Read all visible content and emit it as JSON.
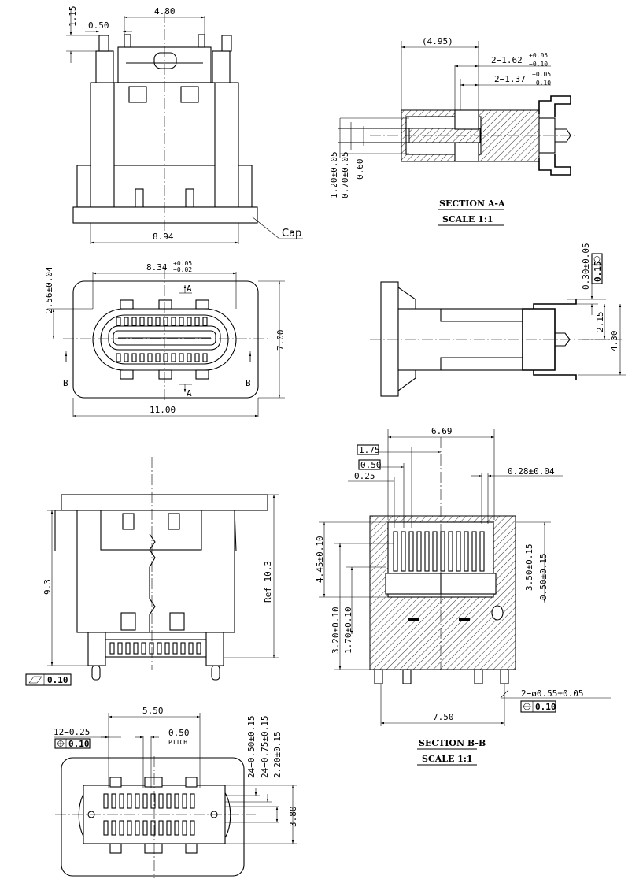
{
  "views": {
    "front": {
      "dims": {
        "top_width": "4.80",
        "pin_pitch": "0.50",
        "pin_height": "1.15",
        "bottom_width": "8.94"
      },
      "callout": "Cap"
    },
    "section_aa": {
      "dims": {
        "length": "(4.95)",
        "hole_a": "2−1.62",
        "hole_b": "2−1.37",
        "tol_plus": "+0.05",
        "tol_minus": "−0.10",
        "h1": "1.20±0.05",
        "h2": "0.70±0.05",
        "h3": "0.60"
      },
      "title": "SECTION A-A",
      "scale": "SCALE 1:1"
    },
    "top": {
      "dims": {
        "width_inner": "8.34",
        "width_tol_plus": "+0.05",
        "width_tol_minus": "−0.02",
        "offset": "2.56±0.04",
        "height": "7.00",
        "width": "11.00"
      },
      "markers": {
        "a": "A",
        "b": "B"
      }
    },
    "side": {
      "dims": {
        "thickness": "0.30±0.05",
        "mid": "2.15",
        "total": "4.30"
      },
      "tolerance": "0.15"
    },
    "rear": {
      "dims": {
        "height": "9.3",
        "ref": "Ref 10.3"
      },
      "flatness": "0.10"
    },
    "section_bb": {
      "dims": {
        "width": "6.69",
        "d175": "1.75",
        "d050": "0.50",
        "d025": "0.25",
        "pin": "0.28±0.04",
        "h445": "4.45±0.10",
        "h320": "3.20±0.10",
        "h170": "1.70±0.10",
        "h350": "3.50±0.15",
        "h050": "0.50±0.15",
        "bottom": "7.50",
        "holes": "2−ø0.55±0.05"
      },
      "tolerance": "0.10",
      "title": "SECTION B-B",
      "scale": "SCALE 1:1"
    },
    "footprint": {
      "dims": {
        "span": "5.50",
        "pads": "12−0.25",
        "pitch": "0.50",
        "pitch_word": "PITCH",
        "p1": "24−0.50±0.15",
        "p2": "24−0.75±0.15",
        "p3": "2.20±0.15",
        "height": "3.80"
      },
      "tolerance": "0.10"
    }
  },
  "icons": {
    "position": "position-tolerance-icon",
    "flatness": "flatness-icon"
  }
}
